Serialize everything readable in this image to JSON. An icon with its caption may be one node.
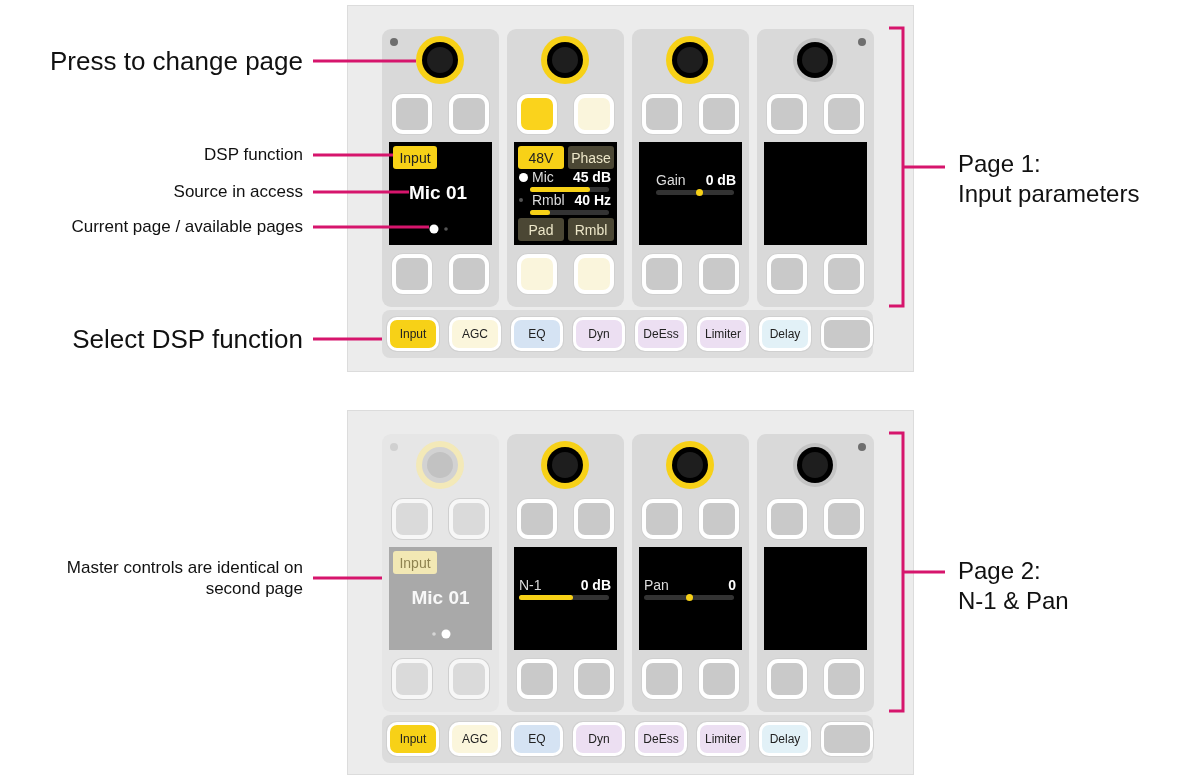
{
  "diagram": {
    "nodes": [
      {
        "text": [
          "Press to change page"
        ]
      },
      {
        "text": [
          "DSP function"
        ]
      },
      {
        "text": [
          "Source in access"
        ]
      },
      {
        "text": [
          "Current page / available pages"
        ]
      },
      {
        "text": [
          "Select DSP function"
        ]
      },
      {
        "text": [],
        "shape": "box"
      },
      {
        "text": [],
        "shape": "box",
        "in": 5
      },
      {
        "text": [],
        "shape": "circle",
        "in": 6
      },
      {
        "text": [],
        "shape": "box",
        "in": 6
      },
      {
        "text": [
          "Input"
        ],
        "in": 8
      },
      {
        "text": [
          "Mic 01"
        ],
        "in": 8
      },
      {
        "text": [],
        "shape": "circle",
        "in": 8
      },
      {
        "text": [],
        "shape": "box",
        "in": 5
      },
      {
        "text": [
          "Mic",
          "45 dB",
          "Rmbl",
          "40 Hz"
        ],
        "in": 12
      },
      {
        "text": [
          "48V"
        ],
        "in": 13
      },
      {
        "text": [
          "Phase"
        ],
        "in": 13
      },
      {
        "text": [
          "Pad"
        ],
        "in": 13
      },
      {
        "text": [
          "Rmbl"
        ],
        "in": 13
      },
      {
        "text": [],
        "shape": "box",
        "in": 5
      },
      {
        "text": [
          "Gain",
          "0 dB"
        ],
        "in": 18
      },
      {
        "text": [],
        "shape": "box",
        "in": 5
      },
      {
        "text": [],
        "shape": "box",
        "in": 20
      },
      {
        "text": [],
        "shape": "box",
        "in": 5
      },
      {
        "text": [
          "Input"
        ],
        "in": 22
      },
      {
        "text": [
          "AGC"
        ],
        "in": 22
      },
      {
        "text": [
          "EQ"
        ],
        "in": 22
      },
      {
        "text": [
          "Dyn"
        ],
        "in": 22
      },
      {
        "text": [
          "DeEss"
        ],
        "in": 22
      },
      {
        "text": [
          "Limiter"
        ],
        "in": 22
      },
      {
        "text": [
          "Delay"
        ],
        "in": 22
      },
      {
        "text": [],
        "shape": "box",
        "in": 22
      },
      {
        "text": [
          "Master controls are identical on second page"
        ]
      },
      {
        "text": [],
        "shape": "box"
      },
      {
        "text": [],
        "shape": "box",
        "in": 32
      },
      {
        "text": [
          "Mic 01"
        ],
        "in": 33
      },
      {
        "text": [
          "Input"
        ],
        "in": 34
      },
      {
        "text": [],
        "shape": "box",
        "in": 32
      },
      {
        "text": [
          "N-1",
          "0 dB"
        ],
        "in": 36
      },
      {
        "text": [],
        "shape": "box",
        "in": 32
      },
      {
        "text": [
          "Pan",
          "0"
        ],
        "in": 38
      },
      {
        "text": [],
        "shape": "box",
        "in": 32
      },
      {
        "text": [],
        "shape": "box",
        "in": 40
      },
      {
        "text": [],
        "shape": "box",
        "in": 32
      },
      {
        "text": [
          "Input"
        ],
        "in": 42
      },
      {
        "text": [
          "AGC"
        ],
        "in": 42
      },
      {
        "text": [
          "EQ"
        ],
        "in": 42
      },
      {
        "text": [
          "Dyn"
        ],
        "in": 42
      },
      {
        "text": [
          "DeEss"
        ],
        "in": 42
      },
      {
        "text": [
          "Limiter"
        ],
        "in": 42
      },
      {
        "text": [
          "Delay"
        ],
        "in": 42
      },
      {
        "text": [],
        "shape": "box",
        "in": 42
      }
    ],
    "edges": [
      {
        "from": 0,
        "to": 7,
        "arrow": "none"
      },
      {
        "from": 1,
        "to": 9,
        "arrow": "none"
      },
      {
        "from": 2,
        "to": 10,
        "arrow": "none"
      },
      {
        "from": 3,
        "to": 11,
        "arrow": "none"
      },
      {
        "from": 4,
        "to": 22,
        "arrow": "none"
      },
      {
        "from": 31,
        "to": 33,
        "arrow": "none"
      }
    ],
    "labels": [
      "Page 1:",
      "Input parameters",
      "Page 2:",
      "N-1 & Pan"
    ]
  }
}
